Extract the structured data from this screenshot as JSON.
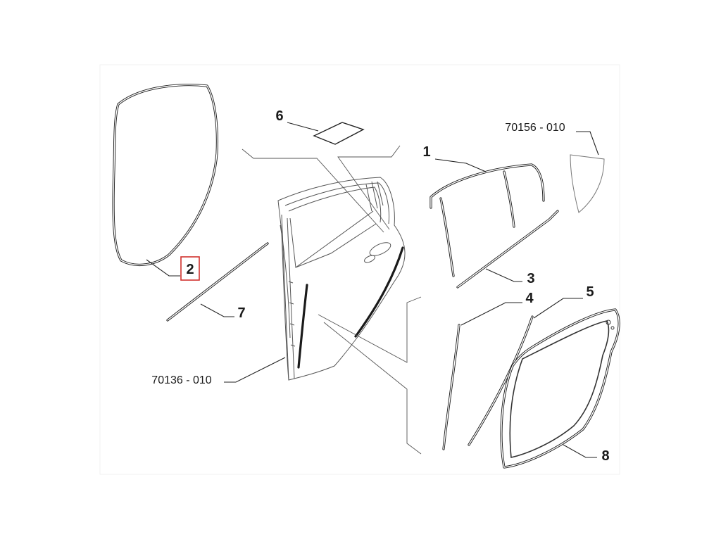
{
  "diagram": {
    "callouts": [
      {
        "id": "1",
        "label": "1"
      },
      {
        "id": "2",
        "label": "2",
        "highlighted": true
      },
      {
        "id": "3",
        "label": "3"
      },
      {
        "id": "4",
        "label": "4"
      },
      {
        "id": "5",
        "label": "5"
      },
      {
        "id": "6",
        "label": "6"
      },
      {
        "id": "7",
        "label": "7"
      },
      {
        "id": "8",
        "label": "8"
      }
    ],
    "references": [
      {
        "id": "glass",
        "label": "70156 - 010"
      },
      {
        "id": "door",
        "label": "70136 - 010"
      }
    ],
    "colors": {
      "background": "#ffffff",
      "highlight_frame": "#d0312d",
      "line_art": "#1a1a1a"
    }
  }
}
